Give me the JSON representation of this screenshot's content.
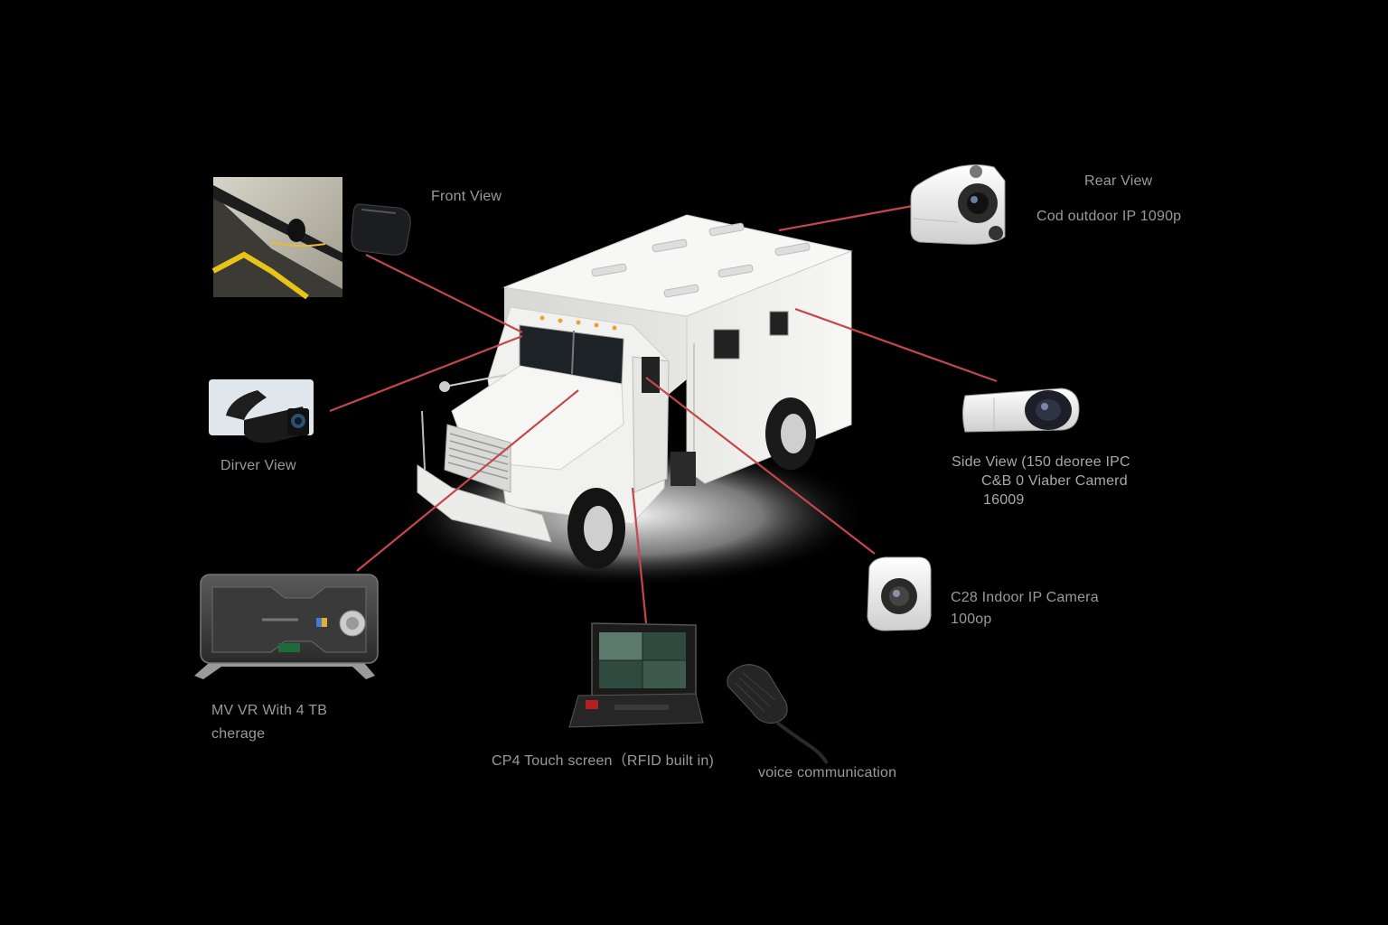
{
  "diagram": {
    "labels": {
      "front_view": "Front View",
      "rear_view": {
        "line1": "Rear View",
        "line2": "Cod outdoor IP 1090p"
      },
      "driver_view": "Dirver View",
      "side_view": {
        "line1": "Side View (150 deoree  IPC",
        "line2": "C&B 0 Viaber  Camerd",
        "line3": "16009"
      },
      "indoor_camera": {
        "line1": "C28 Indoor IP Camera",
        "line2": "100op"
      },
      "mvr": {
        "line1": "MV VR With 4 TB",
        "line2": "cherage"
      },
      "touch_screen": "CP4 Touch screen（RFID built in)",
      "voice": "voice communication"
    },
    "colors": {
      "background": "#000000",
      "connector": "#c4474c",
      "label_text": "#9a9a9a",
      "vehicle_body": "#f2f2f0"
    }
  }
}
